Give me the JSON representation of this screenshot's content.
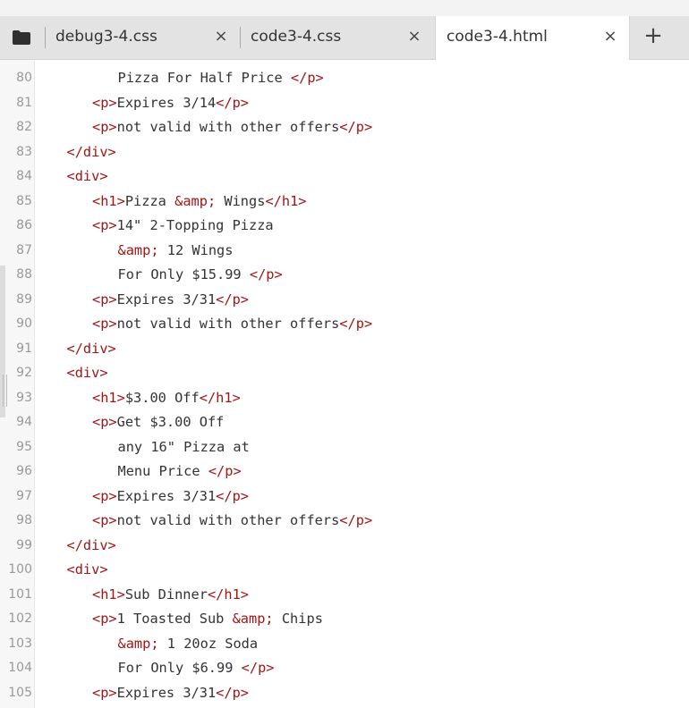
{
  "tabs": [
    {
      "name": "debug3-4.css",
      "active": false
    },
    {
      "name": "code3-4.css",
      "active": false
    },
    {
      "name": "code3-4.html",
      "active": true
    }
  ],
  "tab_close_glyph": "×",
  "add_tab_glyph": "+",
  "colors": {
    "tag": "#a31515",
    "text": "#333333",
    "line_number": "#999999",
    "tab_bar": "#e3e3e3"
  },
  "code_lines": [
    {
      "n": "80",
      "indent": 3,
      "parts": [
        [
          "t",
          "Pizza For Half Price "
        ],
        [
          "g",
          "</p>"
        ]
      ]
    },
    {
      "n": "81",
      "indent": 2,
      "parts": [
        [
          "g",
          "<p>"
        ],
        [
          "t",
          "Expires 3/14"
        ],
        [
          "g",
          "</p>"
        ]
      ]
    },
    {
      "n": "82",
      "indent": 2,
      "parts": [
        [
          "g",
          "<p>"
        ],
        [
          "t",
          "not valid with other offers"
        ],
        [
          "g",
          "</p>"
        ]
      ]
    },
    {
      "n": "83",
      "indent": 1,
      "parts": [
        [
          "g",
          "</div>"
        ]
      ]
    },
    {
      "n": "84",
      "indent": 1,
      "parts": [
        [
          "g",
          "<div>"
        ]
      ]
    },
    {
      "n": "85",
      "indent": 2,
      "parts": [
        [
          "g",
          "<h1>"
        ],
        [
          "t",
          "Pizza "
        ],
        [
          "e",
          "&amp;"
        ],
        [
          "t",
          " Wings"
        ],
        [
          "g",
          "</h1>"
        ]
      ]
    },
    {
      "n": "86",
      "indent": 2,
      "parts": [
        [
          "g",
          "<p>"
        ],
        [
          "t",
          "14\" 2-Topping Pizza"
        ]
      ]
    },
    {
      "n": "87",
      "indent": 3,
      "parts": [
        [
          "e",
          "&amp;"
        ],
        [
          "t",
          " 12 Wings"
        ]
      ]
    },
    {
      "n": "88",
      "indent": 3,
      "parts": [
        [
          "t",
          "For Only $15.99 "
        ],
        [
          "g",
          "</p>"
        ]
      ]
    },
    {
      "n": "89",
      "indent": 2,
      "parts": [
        [
          "g",
          "<p>"
        ],
        [
          "t",
          "Expires 3/31"
        ],
        [
          "g",
          "</p>"
        ]
      ]
    },
    {
      "n": "90",
      "indent": 2,
      "parts": [
        [
          "g",
          "<p>"
        ],
        [
          "t",
          "not valid with other offers"
        ],
        [
          "g",
          "</p>"
        ]
      ]
    },
    {
      "n": "91",
      "indent": 1,
      "parts": [
        [
          "g",
          "</div>"
        ]
      ]
    },
    {
      "n": "92",
      "indent": 1,
      "parts": [
        [
          "g",
          "<div>"
        ]
      ]
    },
    {
      "n": "93",
      "indent": 2,
      "parts": [
        [
          "g",
          "<h1>"
        ],
        [
          "t",
          "$3.00 Off"
        ],
        [
          "g",
          "</h1>"
        ]
      ]
    },
    {
      "n": "94",
      "indent": 2,
      "parts": [
        [
          "g",
          "<p>"
        ],
        [
          "t",
          "Get $3.00 Off"
        ]
      ]
    },
    {
      "n": "95",
      "indent": 3,
      "parts": [
        [
          "t",
          "any 16\" Pizza at"
        ]
      ]
    },
    {
      "n": "96",
      "indent": 3,
      "parts": [
        [
          "t",
          "Menu Price "
        ],
        [
          "g",
          "</p>"
        ]
      ]
    },
    {
      "n": "97",
      "indent": 2,
      "parts": [
        [
          "g",
          "<p>"
        ],
        [
          "t",
          "Expires 3/31"
        ],
        [
          "g",
          "</p>"
        ]
      ]
    },
    {
      "n": "98",
      "indent": 2,
      "parts": [
        [
          "g",
          "<p>"
        ],
        [
          "t",
          "not valid with other offers"
        ],
        [
          "g",
          "</p>"
        ]
      ]
    },
    {
      "n": "99",
      "indent": 1,
      "parts": [
        [
          "g",
          "</div>"
        ]
      ]
    },
    {
      "n": "100",
      "indent": 1,
      "parts": [
        [
          "g",
          "<div>"
        ]
      ]
    },
    {
      "n": "101",
      "indent": 2,
      "parts": [
        [
          "g",
          "<h1>"
        ],
        [
          "t",
          "Sub Dinner"
        ],
        [
          "g",
          "</h1>"
        ]
      ]
    },
    {
      "n": "102",
      "indent": 2,
      "parts": [
        [
          "g",
          "<p>"
        ],
        [
          "t",
          "1 Toasted Sub "
        ],
        [
          "e",
          "&amp;"
        ],
        [
          "t",
          " Chips"
        ]
      ]
    },
    {
      "n": "103",
      "indent": 3,
      "parts": [
        [
          "e",
          "&amp;"
        ],
        [
          "t",
          " 1 20oz Soda"
        ]
      ]
    },
    {
      "n": "104",
      "indent": 3,
      "parts": [
        [
          "t",
          "For Only $6.99 "
        ],
        [
          "g",
          "</p>"
        ]
      ]
    },
    {
      "n": "105",
      "indent": 2,
      "parts": [
        [
          "g",
          "<p>"
        ],
        [
          "t",
          "Expires 3/31"
        ],
        [
          "g",
          "</p>"
        ]
      ]
    }
  ]
}
